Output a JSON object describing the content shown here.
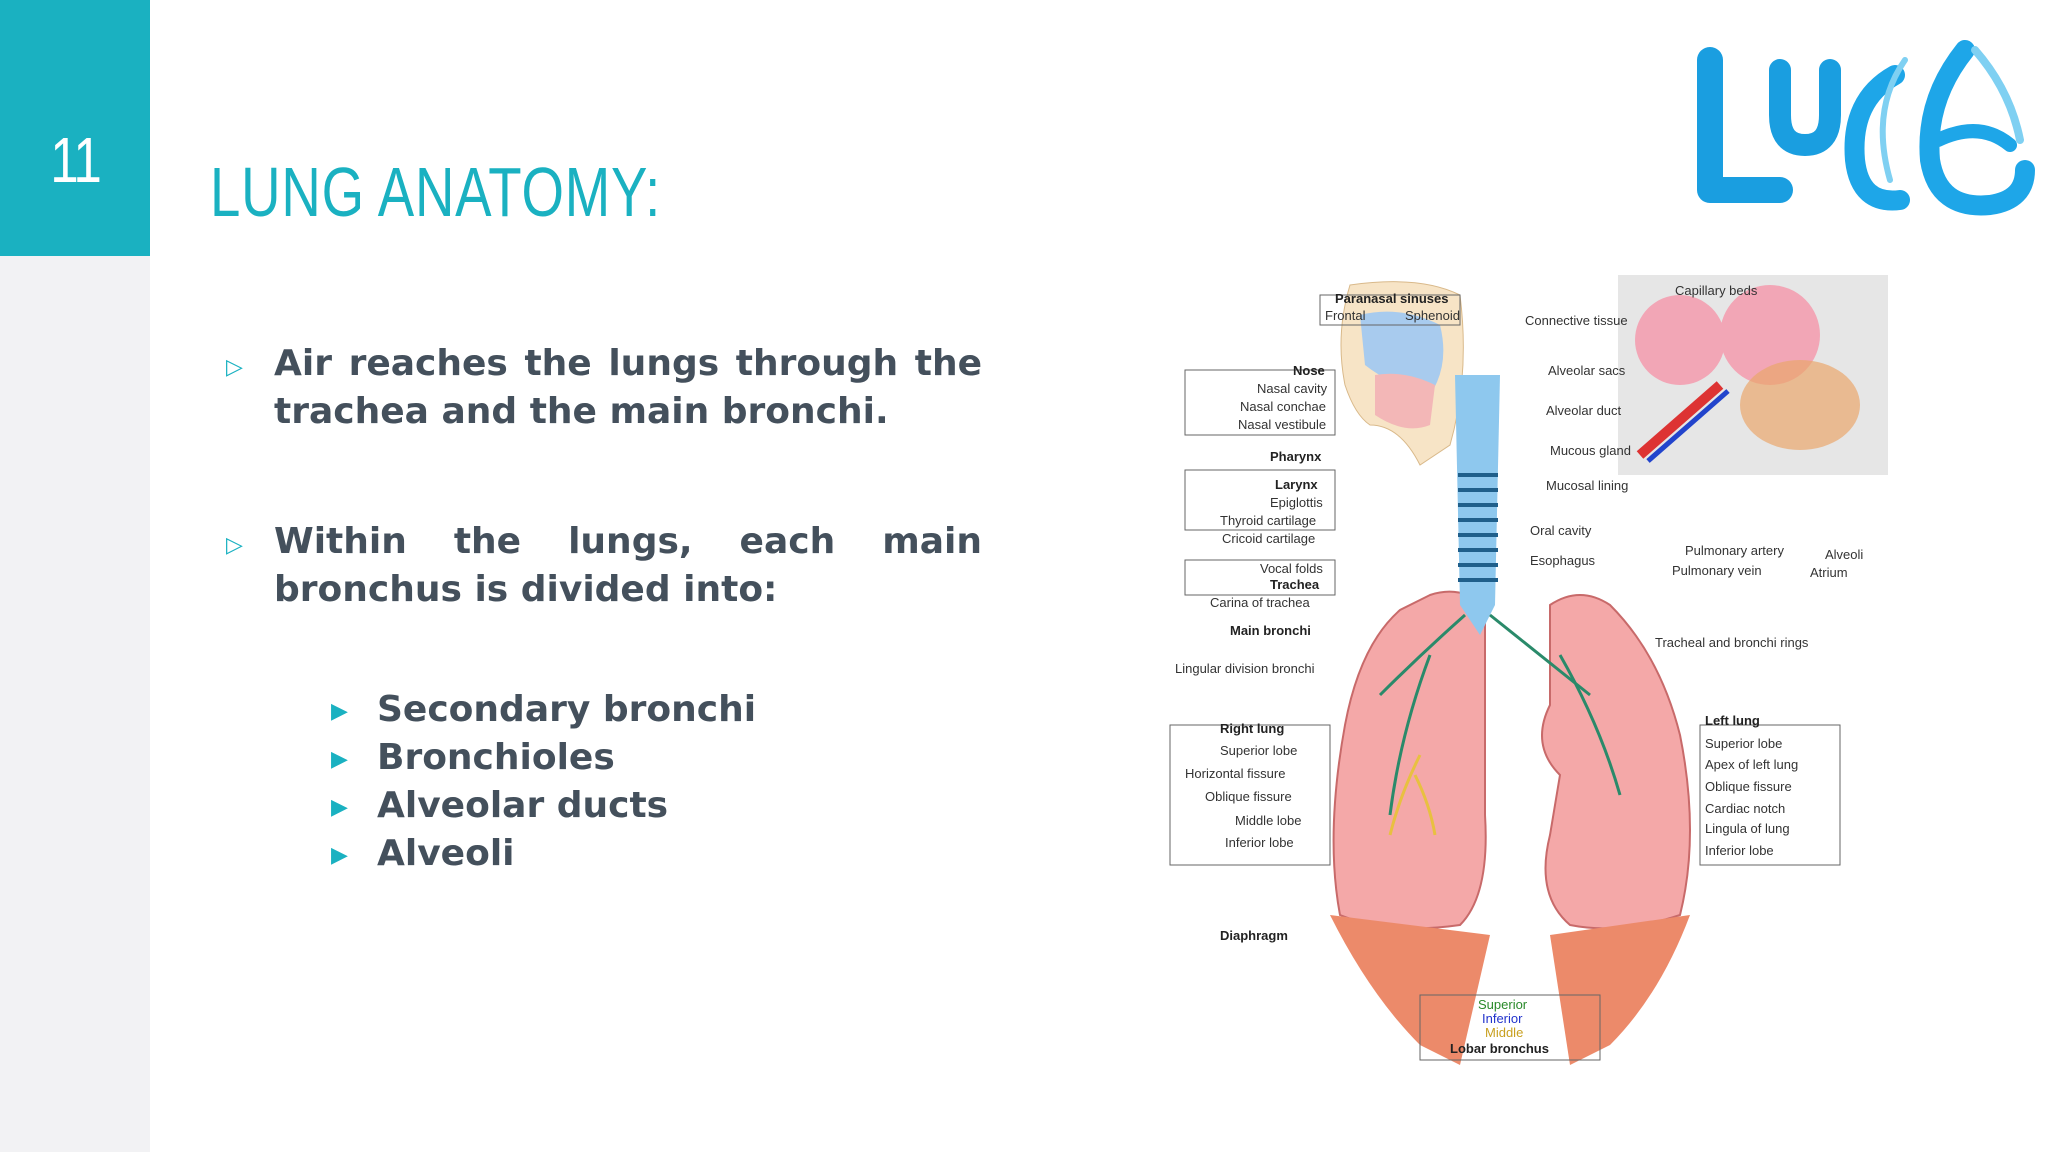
{
  "slide": {
    "number": "11",
    "title": "LUNG ANATOMY:"
  },
  "logo": {
    "text": "LUCE",
    "color": "#1a9ee0"
  },
  "accent_color": "#1ab1c1",
  "bullets": [
    {
      "text": "Air reaches the lungs through the trachea and the main bronchi."
    },
    {
      "text": "Within the lungs, each main bronchus is divided into:"
    }
  ],
  "sub_bullets": [
    {
      "text": "Secondary bronchi"
    },
    {
      "text": "Bronchioles"
    },
    {
      "text": "Alveolar ducts"
    },
    {
      "text": "Alveoli"
    }
  ],
  "diagram": {
    "labels": {
      "paranasal": "Paranasal sinuses",
      "frontal": "Frontal",
      "sphenoid": "Sphenoid",
      "nose": "Nose",
      "nasal_cavity": "Nasal cavity",
      "nasal_conchae": "Nasal conchae",
      "nasal_vestibule": "Nasal vestibule",
      "pharynx": "Pharynx",
      "larynx": "Larynx",
      "epiglottis": "Epiglottis",
      "thyroid": "Thyroid cartilage",
      "cricoid": "Cricoid cartilage",
      "vocal": "Vocal folds",
      "trachea": "Trachea",
      "carina": "Carina of trachea",
      "main_bronchi": "Main bronchi",
      "lingular": "Lingular division bronchi",
      "right_lung": "Right lung",
      "r_superior": "Superior lobe",
      "horizontal": "Horizontal fissure",
      "r_oblique": "Oblique fissure",
      "middle": "Middle lobe",
      "r_inferior": "Inferior lobe",
      "diaphragm": "Diaphragm",
      "capillary": "Capillary beds",
      "connective": "Connective tissue",
      "alveolar_sacs": "Alveolar sacs",
      "alveolar_duct": "Alveolar duct",
      "mucous_gland": "Mucous gland",
      "mucosal_lining": "Mucosal lining",
      "oral_cavity": "Oral cavity",
      "esophagus": "Esophagus",
      "pulm_artery": "Pulmonary artery",
      "pulm_vein": "Pulmonary vein",
      "alveoli": "Alveoli",
      "atrium": "Atrium",
      "tracheal_rings": "Tracheal and bronchi rings",
      "left_lung": "Left lung",
      "l_superior": "Superior lobe",
      "apex": "Apex of left lung",
      "l_oblique": "Oblique fissure",
      "cardiac_notch": "Cardiac notch",
      "lingula": "Lingula of lung",
      "l_inferior": "Inferior lobe",
      "lobar_superior": "Superior",
      "lobar_inferior": "Inferior",
      "lobar_middle": "Middle",
      "lobar_bronchus": "Lobar bronchus"
    }
  }
}
